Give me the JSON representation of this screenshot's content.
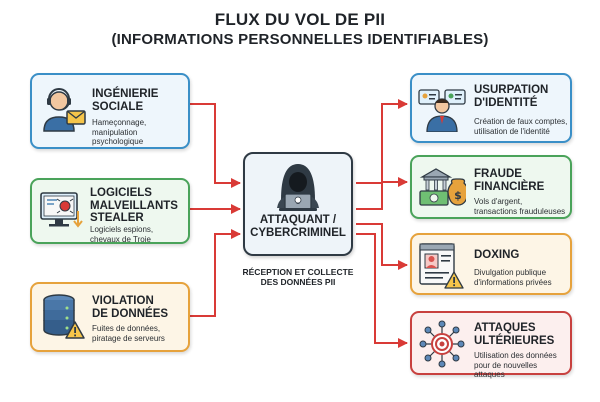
{
  "title": {
    "line1": "FLUX DU VOL DE PII",
    "line2": "(INFORMATIONS PERSONNELLES IDENTIFIABLES)"
  },
  "sources": [
    {
      "id": "social",
      "title": [
        "INGÉNIERIE",
        "SOCIALE"
      ],
      "desc": [
        "Hameçonnage,",
        "manipulation",
        "psychologique"
      ],
      "color": "#3a8fc7",
      "icon": "hacker-phishing-icon"
    },
    {
      "id": "stealer",
      "title": [
        "LOGICIELS",
        "MALVEILLANTS",
        "STEALER"
      ],
      "desc": [
        "Logiciels espions,",
        "chevaux de Troie"
      ],
      "color": "#4aa35a",
      "icon": "malware-monitor-icon"
    },
    {
      "id": "breach",
      "title": [
        "VIOLATION",
        "DE DONNÉES"
      ],
      "desc": [
        "Fuites de données,",
        "piratage de serveurs"
      ],
      "color": "#e6a23c",
      "icon": "database-warning-icon"
    }
  ],
  "center": {
    "title": [
      "ATTAQUANT /",
      "CYBERCRIMINEL"
    ],
    "sub": [
      "RÉCEPTION ET COLLECTE",
      "DES DONNÉES PII"
    ],
    "icon": "hooded-hacker-icon"
  },
  "targets": [
    {
      "id": "usurpation",
      "title": [
        "USURPATION",
        "D'IDENTITÉ"
      ],
      "desc": [
        "Création de faux comptes,",
        "utilisation de l'identité"
      ],
      "color": "#3a8fc7",
      "icon": "identity-card-icon"
    },
    {
      "id": "fraude",
      "title": [
        "FRAUDE",
        "FINANCIÈRE"
      ],
      "desc": [
        "Vols d'argent,",
        "transactions frauduleuses"
      ],
      "color": "#4aa35a",
      "icon": "money-bank-icon"
    },
    {
      "id": "doxing",
      "title": [
        "DOXING"
      ],
      "desc": [
        "Divulgation publique",
        "d'informations privées"
      ],
      "color": "#e6a23c",
      "icon": "profile-warning-icon"
    },
    {
      "id": "attaques",
      "title": [
        "ATTAQUES",
        "ULTÉRIEURES"
      ],
      "desc": [
        "Utilisation des données",
        "pour de nouvelles attaques"
      ],
      "color": "#c8413f",
      "icon": "target-network-icon"
    }
  ],
  "colors": {
    "arrow": "#d93a36",
    "dark": "#2f3a44"
  }
}
